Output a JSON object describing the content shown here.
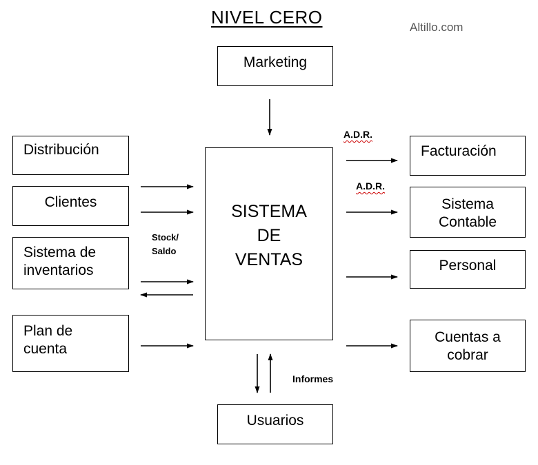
{
  "title": "NIVEL CERO",
  "watermark": "Altillo.com",
  "center": {
    "lines": [
      "SISTEMA",
      "DE",
      "VENTAS"
    ]
  },
  "top": "Marketing",
  "bottom": "Usuarios",
  "left": {
    "distribucion": "Distribución",
    "clientes": "Clientes",
    "inventarios": [
      "Sistema de",
      "inventarios"
    ],
    "plan": [
      "Plan de",
      "cuenta"
    ]
  },
  "right": {
    "facturacion": "Facturación",
    "contable": [
      "Sistema",
      "Contable"
    ],
    "personal": "Personal",
    "cuentas": [
      "Cuentas a",
      "cobrar"
    ]
  },
  "labels": {
    "adr1": "A.D.R.",
    "adr2": "A.D.R.",
    "stock": [
      "Stock/",
      "Saldo"
    ],
    "informes": "Informes"
  }
}
